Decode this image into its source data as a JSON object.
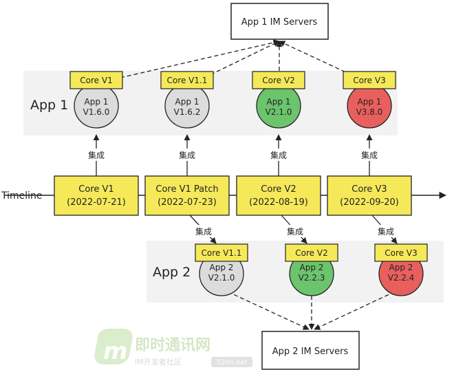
{
  "servers": {
    "app1": "App 1 IM Servers",
    "app2": "App 2 IM Servers"
  },
  "app_labels": {
    "app1": "App 1",
    "app2": "App 2"
  },
  "timeline": {
    "label": "Timeline",
    "cores": [
      {
        "name": "Core V1",
        "date": "(2022-07-21)"
      },
      {
        "name": "Core V1 Patch",
        "date": "(2022-07-23)"
      },
      {
        "name": "Core V2",
        "date": "(2022-08-19)"
      },
      {
        "name": "Core V3",
        "date": "(2022-09-20)"
      }
    ]
  },
  "integrate_label": "集成",
  "app1_versions": [
    {
      "core": "Core V1",
      "app": "App 1",
      "version": "V1.6.0",
      "status": "gray"
    },
    {
      "core": "Core V1.1",
      "app": "App 1",
      "version": "V1.6.2",
      "status": "gray"
    },
    {
      "core": "Core V2",
      "app": "App 1",
      "version": "V2.1.0",
      "status": "green"
    },
    {
      "core": "Core V3",
      "app": "App 1",
      "version": "V3.8.0",
      "status": "red"
    }
  ],
  "app2_versions": [
    {
      "core": "Core V1.1",
      "app": "App 2",
      "version": "V2.1.0",
      "status": "gray"
    },
    {
      "core": "Core V2",
      "app": "App 2",
      "version": "V2.2.3",
      "status": "green"
    },
    {
      "core": "Core V3",
      "app": "App 2",
      "version": "V2.2.4",
      "status": "red"
    }
  ],
  "colors": {
    "core_yellow": "#f5e95a",
    "gray": "#dcdcdc",
    "green": "#6cc46c",
    "red": "#e8605e",
    "band": "#f2f2f2"
  },
  "watermark": {
    "title": "即时通讯网",
    "subtitle": "IM开发者社区",
    "site": "52im.net"
  }
}
